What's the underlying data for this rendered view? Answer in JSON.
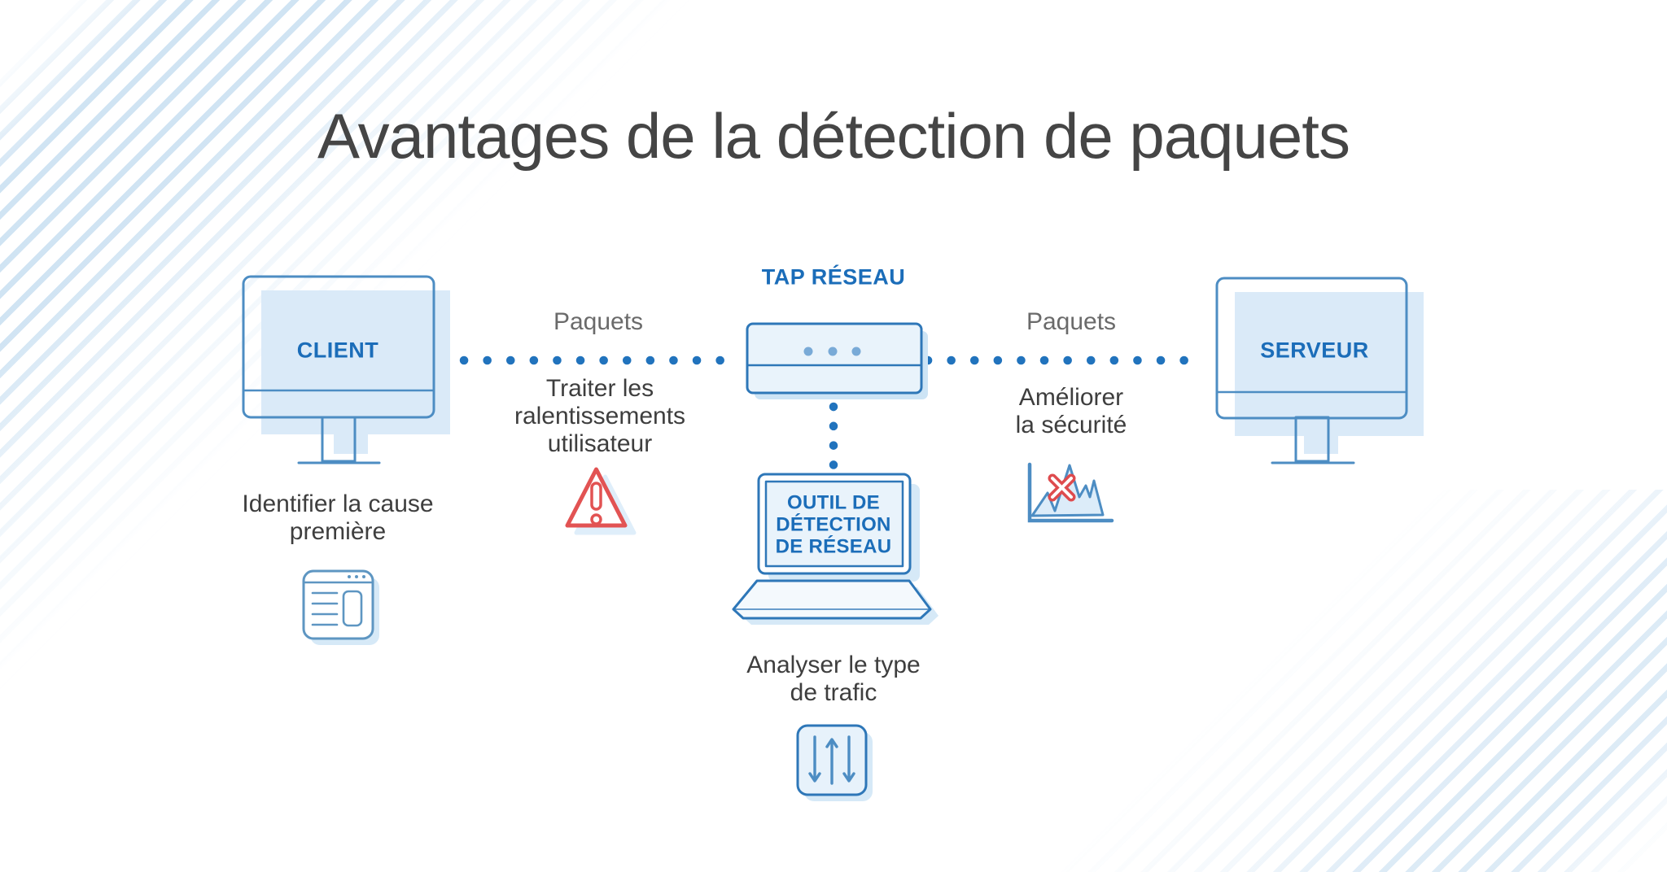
{
  "title": "Avantages de la détection de paquets",
  "diagram": {
    "client": {
      "label": "CLIENT",
      "benefit": [
        "Identifier la cause",
        "première"
      ]
    },
    "server": {
      "label": "SERVEUR"
    },
    "tap": {
      "label": "TAP RÉSEAU"
    },
    "left_link": {
      "label": "Paquets",
      "benefit": [
        "Traiter les",
        "ralentissements",
        "utilisateur"
      ]
    },
    "right_link": {
      "label": "Paquets",
      "benefit": [
        "Améliorer",
        "la sécurité"
      ]
    },
    "tool": {
      "label": [
        "OUTIL DE",
        "DÉTECTION",
        "DE RÉSEAU"
      ],
      "benefit": [
        "Analyser le type",
        "de trafic"
      ]
    }
  },
  "icons": {
    "client": "desktop-monitor-icon",
    "server": "desktop-monitor-icon",
    "tap": "network-tap-icon",
    "tool": "laptop-icon",
    "left_link_benefit": "warning-triangle-icon",
    "client_benefit": "browser-window-icon",
    "right_link_benefit": "line-chart-error-icon",
    "tool_benefit": "traffic-arrows-icon"
  },
  "colors": {
    "accent_blue": "#1b6db9",
    "outline_blue": "#2e77b8",
    "monitor_blue": "#4d8dc3",
    "soft_blue_fill": "#daeaf8",
    "panel_fill": "#e9f3fb",
    "shadow_blue": "#d6e9f7",
    "dot_blue": "#2173bd",
    "tap_dot_blue": "#79aad7",
    "alert_red": "#e25353",
    "title_gray": "#454545",
    "text_dark": "#3e3e3e",
    "text_gray": "#6a6a6a",
    "stripe_blue": "#cfe3f4"
  }
}
